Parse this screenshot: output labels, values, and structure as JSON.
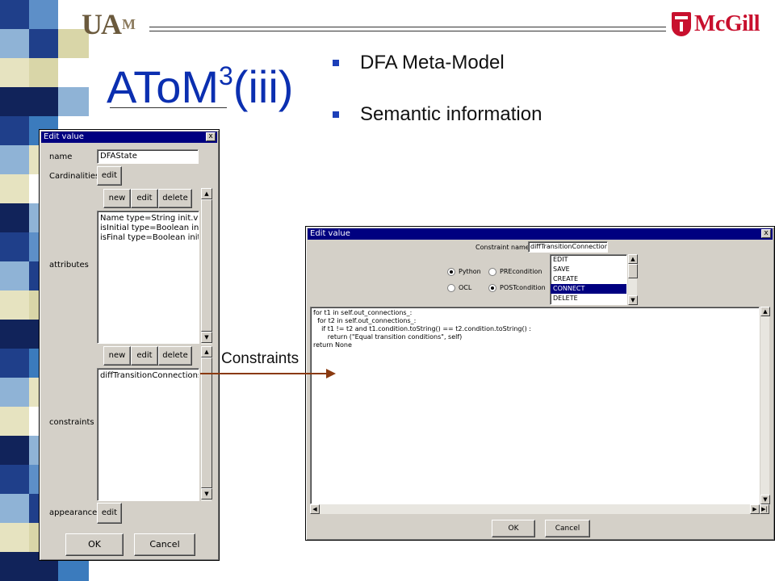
{
  "header": {
    "uam_logo_text": "UAM",
    "uam_logo_main": "UA",
    "uam_logo_m": "M",
    "mcgill_text": "McGill"
  },
  "slide": {
    "title_main": "AToM",
    "title_sup": "3",
    "title_rest": "(iii)",
    "bullets": [
      "DFA Meta-Model",
      "Semantic information"
    ],
    "annotation": "Constraints",
    "accent_color": "#0b2fb0"
  },
  "dialog1": {
    "title": "Edit value",
    "close_glyph": "x",
    "name_label": "name",
    "name_value": "DFAState",
    "cardinalities_label": "Cardinalities",
    "edit_label": "edit",
    "new_label": "new",
    "delete_label": "delete",
    "attributes_label": "attributes",
    "attributes": [
      "Name type=String init.value",
      "isInitial type=Boolean init.v",
      "isFinal type=Boolean init.v"
    ],
    "constraints_label": "constraints",
    "constraints": [
      "diffTransitionConnections"
    ],
    "appearance_label": "appearance",
    "ok_label": "OK",
    "cancel_label": "Cancel"
  },
  "dialog2": {
    "title": "Edit value",
    "close_glyph": "x",
    "constraint_name_label": "Constraint name:",
    "constraint_name_value": "diffTransitionConnections",
    "radio_python": "Python",
    "radio_ocl": "OCL",
    "radio_pre": "PREcondition",
    "radio_post": "POSTcondition",
    "events": [
      "EDIT",
      "SAVE",
      "CREATE",
      "CONNECT",
      "DELETE"
    ],
    "selected_event": "CONNECT",
    "code": "for t1 in self.out_connections_:\n  for t2 in self.out_connections_:\n    if t1 != t2 and t1.condition.toString() == t2.condition.toString() :\n       return (\"Equal transition conditions\", self)\nreturn None",
    "ok_label": "OK",
    "cancel_label": "Cancel"
  },
  "icons": {
    "scroll_up": "▲",
    "scroll_down": "▼",
    "scroll_left": "◀",
    "scroll_right": "▶",
    "scroll_right_end": "▶|"
  }
}
